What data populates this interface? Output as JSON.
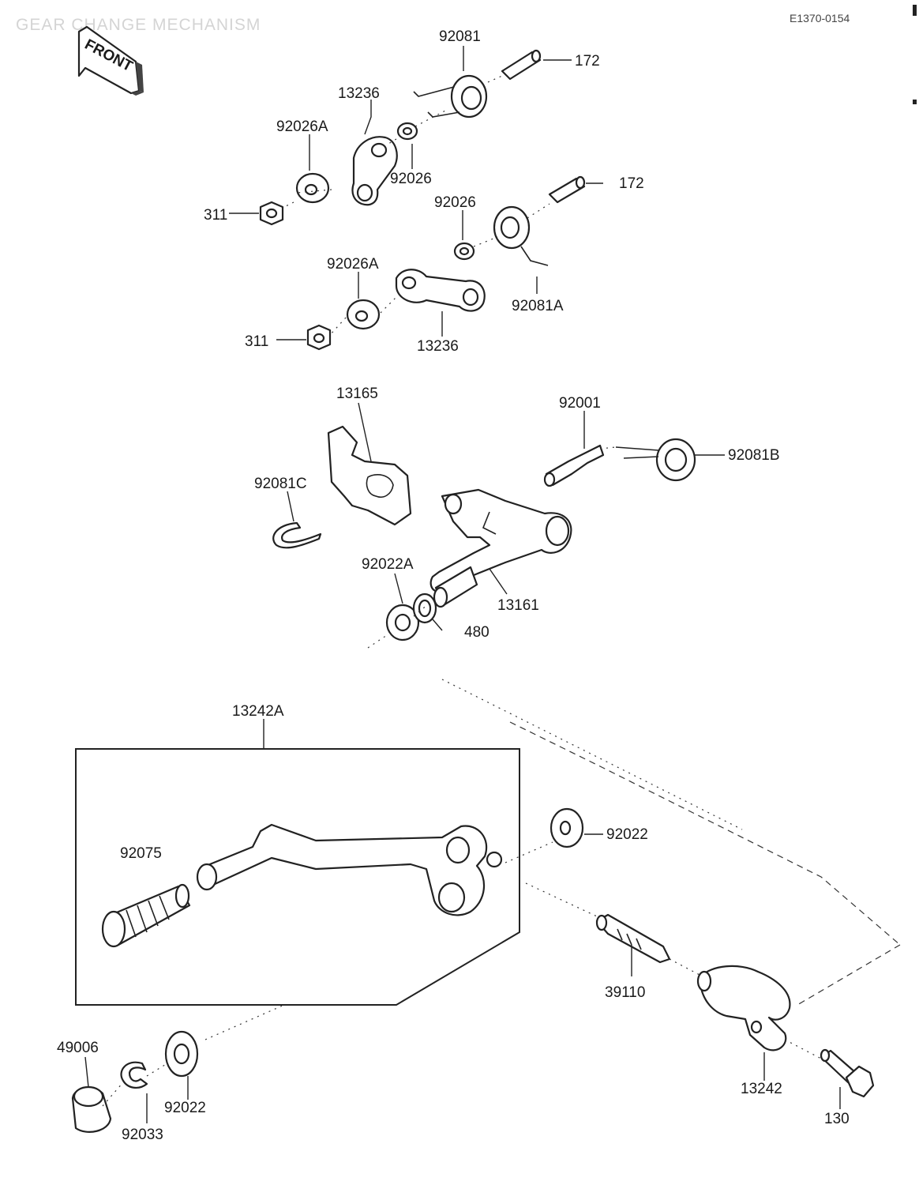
{
  "header": {
    "title": "GEAR CHANGE MECHANISM",
    "doc_code": "E1370-0154"
  },
  "front_badge": {
    "text": "FRONT"
  },
  "parts": [
    {
      "id": "p1",
      "number": "92081"
    },
    {
      "id": "p2",
      "number": "172"
    },
    {
      "id": "p3",
      "number": "13236"
    },
    {
      "id": "p4",
      "number": "92026A"
    },
    {
      "id": "p5",
      "number": "92026"
    },
    {
      "id": "p6",
      "number": "311"
    },
    {
      "id": "p7",
      "number": "172"
    },
    {
      "id": "p8",
      "number": "92026"
    },
    {
      "id": "p9",
      "number": "92026A"
    },
    {
      "id": "p10",
      "number": "92081A"
    },
    {
      "id": "p11",
      "number": "311"
    },
    {
      "id": "p12",
      "number": "13236"
    },
    {
      "id": "p13",
      "number": "13165"
    },
    {
      "id": "p14",
      "number": "92001"
    },
    {
      "id": "p15",
      "number": "92081B"
    },
    {
      "id": "p16",
      "number": "92081C"
    },
    {
      "id": "p17",
      "number": "92022A"
    },
    {
      "id": "p18",
      "number": "13161"
    },
    {
      "id": "p19",
      "number": "480"
    },
    {
      "id": "p20",
      "number": "13242A"
    },
    {
      "id": "p21",
      "number": "92075"
    },
    {
      "id": "p22",
      "number": "92022"
    },
    {
      "id": "p23",
      "number": "39110"
    },
    {
      "id": "p24",
      "number": "13242"
    },
    {
      "id": "p25",
      "number": "130"
    },
    {
      "id": "p26",
      "number": "49006"
    },
    {
      "id": "p27",
      "number": "92022"
    },
    {
      "id": "p28",
      "number": "92033"
    }
  ]
}
